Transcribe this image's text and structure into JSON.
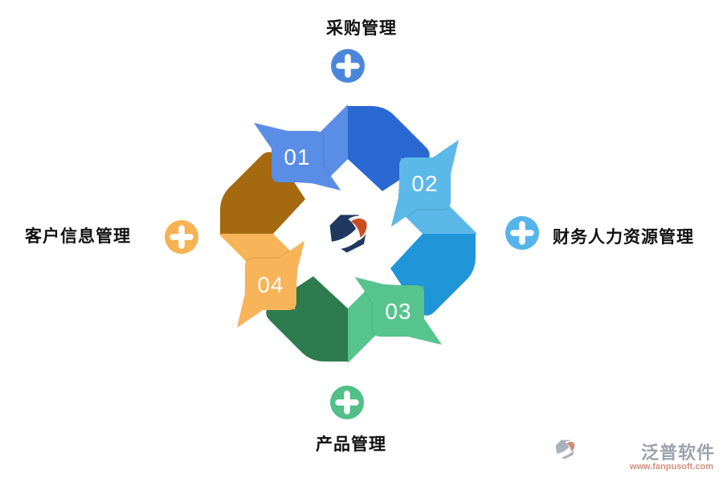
{
  "page": {
    "background": "#ffffff"
  },
  "diagram": {
    "type": "cycle-arrows",
    "numbers_text_color": "#ffffff",
    "steps": [
      {
        "number": "01",
        "color": "#5a8de6",
        "color_dark": "#2a68d2"
      },
      {
        "number": "02",
        "color": "#5cb8e8",
        "color_dark": "#2095d8"
      },
      {
        "number": "03",
        "color": "#57c48e",
        "color_dark": "#2e7b50"
      },
      {
        "number": "04",
        "color": "#f8b458",
        "color_dark": "#a5690f"
      }
    ],
    "labels": [
      {
        "text": "采购管理",
        "position": "top",
        "icon": "plus-icon",
        "icon_color": "#4a87da"
      },
      {
        "text": "财务人力资源管理",
        "position": "right",
        "icon": "plus-icon",
        "icon_color": "#55b5e8"
      },
      {
        "text": "产品管理",
        "position": "bottom",
        "icon": "plus-icon",
        "icon_color": "#50bf88"
      },
      {
        "text": "客户信息管理",
        "position": "left",
        "icon": "plus-icon",
        "icon_color": "#f7b254"
      }
    ],
    "center_logo": {
      "name": "fanpu-logo",
      "main_color": "#20375f",
      "accent_color": "#c94d20"
    }
  },
  "watermark": {
    "brand": "泛普软件",
    "url": "www.fanpusoft.com",
    "brand_color": "#9ba3ad",
    "url_color": "#d3907c"
  }
}
